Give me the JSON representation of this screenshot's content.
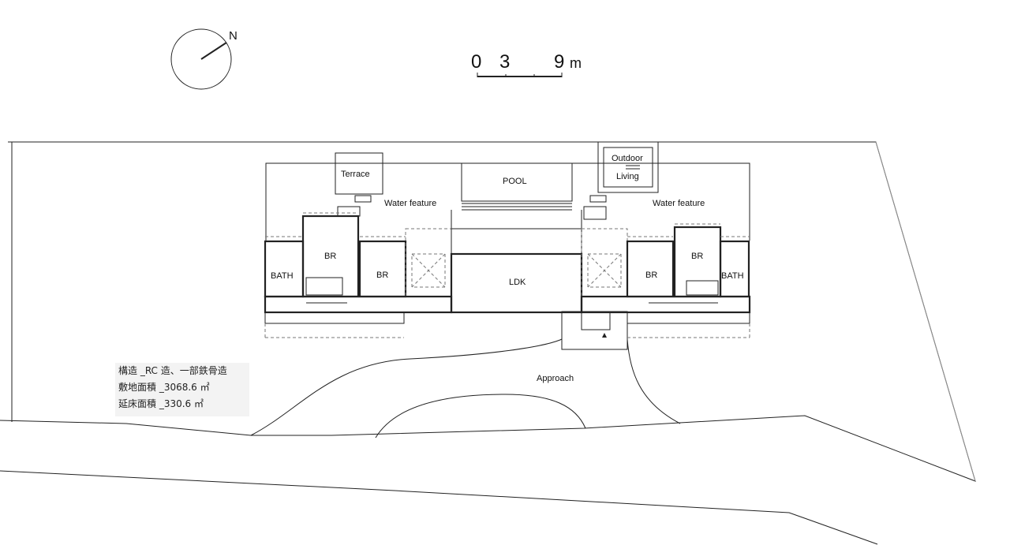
{
  "north_label": "N",
  "scale_bar": {
    "ticks": [
      "0",
      "3",
      "9"
    ],
    "unit": "m"
  },
  "rooms": {
    "terrace": "Terrace",
    "outdoor_living_line1": "Outdoor",
    "outdoor_living_line2": "Living",
    "pool": "POOL",
    "water_feature_left": "Water feature",
    "water_feature_right": "Water feature",
    "br_left_upper": "BR",
    "bath_left": "BATH",
    "br_left_lower": "BR",
    "ldk": "LDK",
    "br_right_lower": "BR",
    "br_right_upper": "BR",
    "bath_right": "BATH",
    "approach": "Approach"
  },
  "project_info": [
    "構造 _RC 造、一部鉄骨造",
    "敷地面積 _3068.6 ㎡",
    "延床面積 _330.6 ㎡"
  ]
}
